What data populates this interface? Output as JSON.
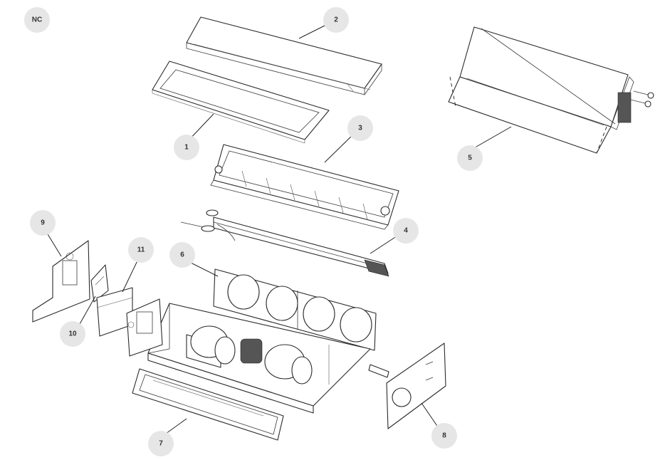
{
  "badge": {
    "label": "NC"
  },
  "callouts": [
    {
      "id": "1",
      "label": "1"
    },
    {
      "id": "2",
      "label": "2"
    },
    {
      "id": "3",
      "label": "3"
    },
    {
      "id": "4",
      "label": "4"
    },
    {
      "id": "5",
      "label": "5"
    },
    {
      "id": "6",
      "label": "6"
    },
    {
      "id": "7",
      "label": "7"
    },
    {
      "id": "8",
      "label": "8"
    },
    {
      "id": "9",
      "label": "9"
    },
    {
      "id": "10",
      "label": "10"
    },
    {
      "id": "11",
      "label": "11"
    }
  ]
}
